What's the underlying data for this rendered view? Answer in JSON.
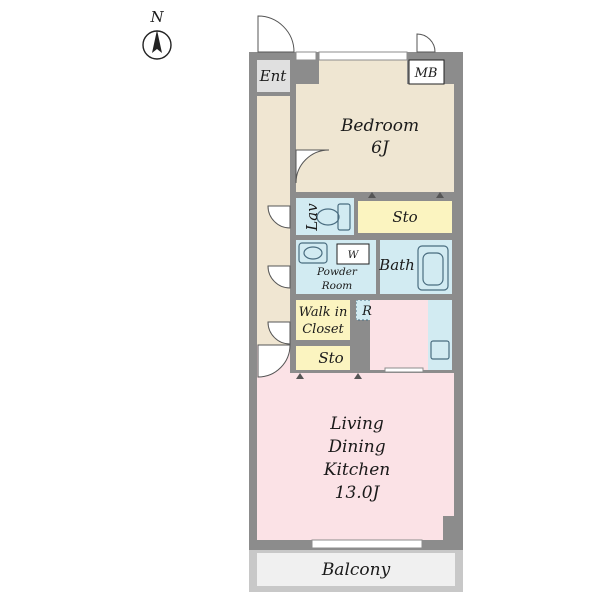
{
  "compass": {
    "label": "N",
    "icon": "north-arrow-icon"
  },
  "rooms": {
    "entrance": {
      "label": "Ent"
    },
    "meter_box": {
      "label": "MB"
    },
    "bedroom": {
      "label": "Bedroom",
      "size": "6J"
    },
    "lavatory": {
      "label": "Lav"
    },
    "storage_upper": {
      "label": "Sto"
    },
    "powder_room": {
      "line1": "Powder",
      "line2": "Room"
    },
    "washer": {
      "label": "W"
    },
    "bath": {
      "label": "Bath"
    },
    "walk_in_closet": {
      "line1": "Walk in",
      "line2": "Closet"
    },
    "refrigerator": {
      "label": "R"
    },
    "storage_lower": {
      "label": "Sto"
    },
    "ldk": {
      "line1": "Living",
      "line2": "Dining",
      "line3": "Kitchen",
      "size": "13.0J"
    },
    "balcony": {
      "label": "Balcony"
    }
  },
  "colors": {
    "hall": "#f0e6d2",
    "bedroom": "#efe6d2",
    "storage": "#fbf4c0",
    "wet_area": "#d2ebf2",
    "ldk": "#fbe2e6",
    "entrance": "#e0e0e0",
    "balcony": "#f0f0f0",
    "wall": "#8c8c8c"
  }
}
